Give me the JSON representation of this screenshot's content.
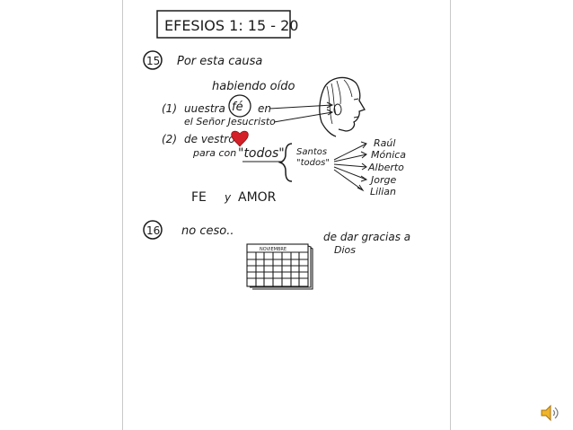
{
  "title": "EFESIOS 1: 15 - 20",
  "v15": {
    "number": "15",
    "line1": "Por esta causa",
    "line2": "habiendo oído",
    "item1_num": "(1)",
    "item1_a": "uuestra",
    "item1_fe": "fé",
    "item1_b": "en",
    "item1_c": "el Señor Jesucristo",
    "item2_num": "(2)",
    "item2_a": "de vestro",
    "item2_b": "para con",
    "todos": "\"todos\"",
    "brace_1": "Santos",
    "brace_2": "\"todos\"",
    "names": [
      "Raúl",
      "Mónica",
      "Alberto",
      "Jorge",
      "Lilian"
    ],
    "summary_fe": "FE",
    "summary_y": "y",
    "summary_amor": "AMOR"
  },
  "v16": {
    "number": "16",
    "text": "no ceso..",
    "calendar_label": "NOVIEMBRE",
    "right_1": "de dar gracias a",
    "right_2": "Dios"
  },
  "colors": {
    "ink": "#1b1b1b",
    "heart": "#d42028",
    "speaker": "#f0b52a"
  },
  "icons": {
    "speaker": "speaker-icon",
    "heart": "heart-icon",
    "face": "face-icon",
    "calendar": "calendar-icon"
  }
}
